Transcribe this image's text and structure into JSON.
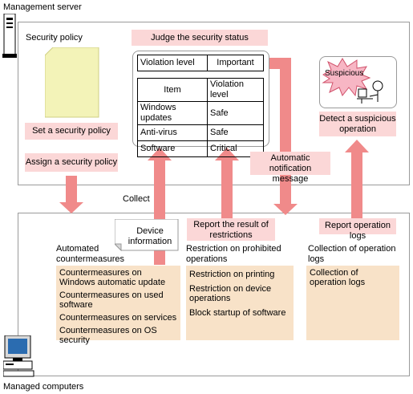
{
  "management_server": {
    "label": "Management server",
    "security_policy_label": "Security policy",
    "set_policy": "Set a security policy",
    "assign_policy": "Assign a security policy",
    "judge": "Judge the security status",
    "violation_level_label": "Violation level",
    "violation_level_value": "Important",
    "table_headers": [
      "Item",
      "Violation level"
    ],
    "table_rows": [
      {
        "item": "Windows updates",
        "level": "Safe"
      },
      {
        "item": "Anti-virus",
        "level": "Safe"
      },
      {
        "item": "Software",
        "level": "Critical"
      }
    ],
    "suspicious_label": "Suspicious",
    "detect": "Detect a suspicious operation",
    "notification": "Automatic notification message"
  },
  "collect_label": "Collect",
  "managed_computers": {
    "label": "Managed computers",
    "device_information": "Device information",
    "report_restrictions": "Report the result of restrictions",
    "report_logs": "Report operation logs",
    "automated": {
      "title": "Automated countermeasures",
      "items": [
        "Countermeasures on Windows automatic update",
        "Countermeasures on used software",
        "Countermeasures on services",
        "Countermeasures on OS security"
      ]
    },
    "restriction": {
      "title": "Restriction on prohibited operations",
      "items": [
        "Restriction on printing",
        "Restriction on device operations",
        "Block startup of software"
      ]
    },
    "logs": {
      "title": "Collection of operation logs",
      "items": [
        "Collection of operation logs"
      ]
    }
  },
  "colors": {
    "pink_box": "#fbd7d7",
    "arrow": "#f08a8a",
    "orange_box": "#f8e2c8",
    "document": "#f3f3b8"
  }
}
